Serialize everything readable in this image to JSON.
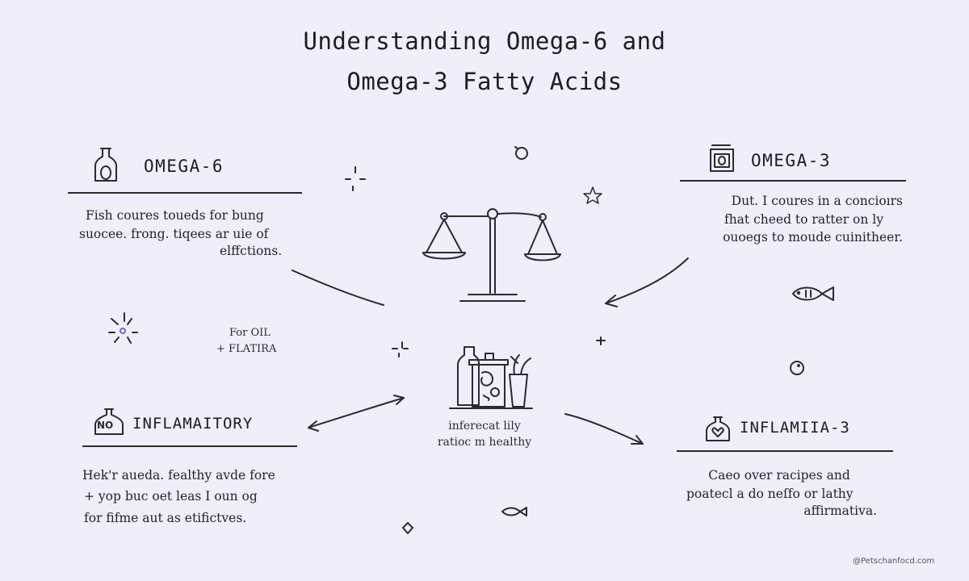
{
  "title": {
    "line1": "Understanding Omega-6 and",
    "line2": "Omega-3 Fatty Acids"
  },
  "sections": {
    "omega6": {
      "heading": "OMEGA-6",
      "lines": [
        "Fish coures toueds for bung",
        "suocee. frong. tiqees ar uie of",
        "elffctions."
      ]
    },
    "omega3": {
      "heading": "OMEGA-3",
      "lines": [
        "Dut. I coures in a concioırs",
        "fhat cheed to ratter on ly",
        "ouoegs to moude cuinitheer."
      ]
    },
    "inflammatory": {
      "heading": "INFLAMAITORY",
      "badge": "NO",
      "lines": [
        "Hek'r aueda. fealthy avde fore",
        "+ yop buc oet leas I oun og",
        "for fifme aut as etifictves."
      ]
    },
    "inflamiia3": {
      "heading": "INFLAMIIA-3",
      "lines": [
        "Caeo over racipes and",
        "poatecl a do neſfo or lathy",
        "affirmativa."
      ]
    }
  },
  "annotations": {
    "left_note": [
      "For OIL",
      "+ FLATIRA"
    ],
    "center_caption": [
      "inferecat lily",
      "ratioc m healthy"
    ]
  },
  "footer": "@Petschanfocd.com",
  "icons": {
    "omega6": "oil-bottle-icon",
    "omega3": "jar-icon",
    "inflammatory": "no-bottle-icon",
    "inflamiia3": "heart-bottle-icon",
    "center_top": "balance-scale-icon",
    "center_bottom": "food-containers-icon"
  },
  "colors": {
    "background": "#efeefa",
    "ink": "#2a2a30",
    "accent": "#6b6ad8"
  }
}
